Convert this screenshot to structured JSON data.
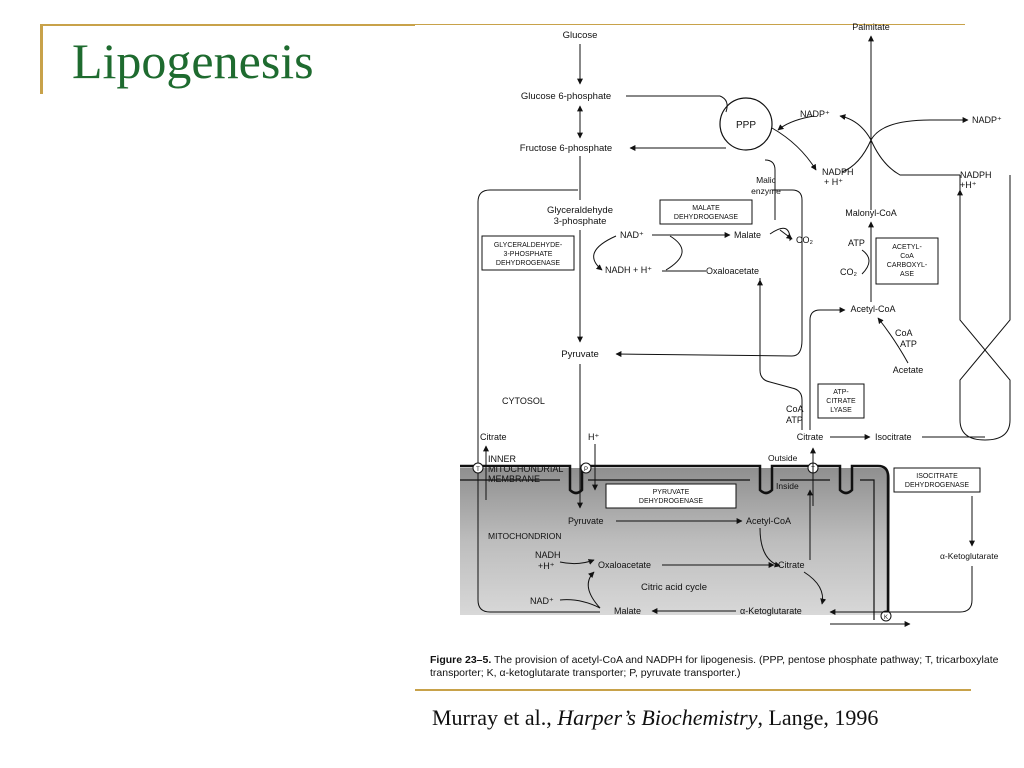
{
  "slide": {
    "title": "Lipogenesis",
    "credit_prefix": "Murray et al., ",
    "credit_book": "Harper’s Biochemistry",
    "credit_suffix": ", Lange, 1996",
    "colors": {
      "title": "#1e6b2f",
      "rule": "#c8a24a",
      "mito_fill": "#b9b9b9"
    }
  },
  "figure": {
    "caption_label": "Figure 23–5.",
    "caption_text": " The provision of acetyl-CoA and NADPH for lipogenesis. (PPP, pentose phosphate pathway; T, tricarboxylate transporter; K, α-ketoglutarate transporter; P, pyruvate transporter.)",
    "labels": {
      "glucose": "Glucose",
      "g6p": "Glucose 6-phosphate",
      "f6p": "Fructose 6-phosphate",
      "ppp": "PPP",
      "gap1": "Glyceraldehyde",
      "gap2": "3-phosphate",
      "gapdh1": "GLYCERALDEHYDE-",
      "gapdh2": "3-PHOSPHATE",
      "gapdh3": "DEHYDROGENASE",
      "mdh1": "MALATE",
      "mdh2": "DEHYDROGENASE",
      "nad": "NAD⁺",
      "nadh": "NADH + H⁺",
      "malate_c": "Malate",
      "oaa_c": "Oxaloacetate",
      "malic1": "Malic",
      "malic2": "enzyme",
      "co2_a": "CO₂",
      "nadp_a": "NADP⁺",
      "nadph_a1": "NADPH",
      "nadph_a2": "+ H⁺",
      "palmitate": "Palmitate",
      "nadp_b": "NADP⁺",
      "nadph_b1": "NADPH",
      "nadph_b2": "+H⁺",
      "malonyl": "Malonyl-CoA",
      "atp_acc": "ATP",
      "co2_b": "CO₂",
      "acc1": "ACETYL-",
      "acc2": "CoA",
      "acc3": "CARBOXYL-",
      "acc4": "ASE",
      "acetylcoa_c": "Acetyl-CoA",
      "coa_atp1": "CoA",
      "coa_atp2": "ATP",
      "acetate": "Acetate",
      "pyruvate_c": "Pyruvate",
      "cytosol": "CYTOSOL",
      "acl1": "ATP-",
      "acl2": "CITRATE",
      "acl3": "LYASE",
      "coa_acl": "CoA",
      "atp_acl": "ATP",
      "citrate_c": "Citrate",
      "isocitrate": "Isocitrate",
      "citrate_left": "Citrate",
      "hplus": "H⁺",
      "membrane1": "INNER",
      "membrane2": "MITOCHONDRIAL",
      "membrane3": "MEMBRANE",
      "outside": "Outside",
      "inside": "Inside",
      "idh1": "ISOCITRATE",
      "idh2": "DEHYDROGENASE",
      "akg_c": "α-Ketoglutarate",
      "pdh1": "PYRUVATE",
      "pdh2": "DEHYDROGENASE",
      "pyruvate_m": "Pyruvate",
      "acetylcoa_m": "Acetyl-CoA",
      "mitochondrion": "MITOCHONDRION",
      "nadh_m1": "NADH",
      "nadh_m2": "+H⁺",
      "oaa_m": "Oxaloacetate",
      "citrate_m": "Citrate",
      "tca": "Citric acid cycle",
      "nad_m": "NAD⁺",
      "malate_m": "Malate",
      "akg_m": "α-Ketoglutarate",
      "t_transporter": "T",
      "p_transporter": "P",
      "k_transporter": "K"
    }
  }
}
